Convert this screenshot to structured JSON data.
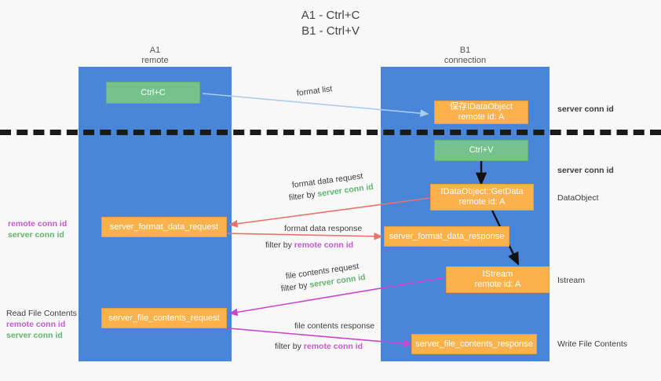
{
  "title": {
    "line1": "A1 - Ctrl+C",
    "line2": "B1 - Ctrl+V"
  },
  "columns": [
    {
      "name": "A1",
      "sub": "remote"
    },
    {
      "name": "B1",
      "sub": "connection"
    }
  ],
  "nodes": {
    "ctrl_c": {
      "label": "Ctrl+C"
    },
    "ctrl_v": {
      "label": "Ctrl+V"
    },
    "save_dataobject": {
      "l1": "保存IDataObject",
      "l2": "remote id: A"
    },
    "getdata": {
      "l1": "IDataObject::GetData",
      "l2": "remote id: A"
    },
    "istream": {
      "l1": "IStream",
      "l2": "remote id: A"
    },
    "format_data_request": {
      "label": "server_format_data_request"
    },
    "format_data_response": {
      "label": "server_format_data_response"
    },
    "file_contents_request": {
      "label": "server_file_contents_request"
    },
    "file_contents_response": {
      "label": "server_file_contents_response"
    }
  },
  "edge_labels": {
    "format_list": "format list",
    "format_data_request": "format data request",
    "format_data_request_filter_pre": "filter by ",
    "format_data_request_filter_key": "server conn id",
    "format_data_response": "format data response",
    "format_data_response_filter_pre": "filter by ",
    "format_data_response_filter_key": "remote conn id",
    "file_contents_request": "file contents request",
    "file_contents_request_filter_pre": "filter by ",
    "file_contents_request_filter_key": "server conn id",
    "file_contents_response": "file contents response",
    "file_contents_response_filter_pre": "filter by ",
    "file_contents_response_filter_key": "remote conn id"
  },
  "annotations": {
    "left_mid_remote": "remote conn id",
    "left_mid_server": "server conn id",
    "left_read_title": "Read File Contents",
    "left_read_remote": "remote conn id",
    "left_read_server": "server conn id",
    "right_top_server": "server conn id",
    "right_mid_server": "server conn id",
    "right_dataobject": "DataObject",
    "right_istream": "Istream",
    "right_write": "Write File Contents"
  },
  "colors": {
    "lane": "#4a86d8",
    "green_node": "#76c28d",
    "orange_node": "#fbb24d",
    "green_text": "#5fb56f",
    "purple_text": "#c45ad0",
    "red_arrow": "#e8736a",
    "magenta_arrow": "#cc43cc",
    "blue_arrow": "#a8cdf0",
    "black_arrow": "#111111",
    "background": "#f8f8f8"
  }
}
